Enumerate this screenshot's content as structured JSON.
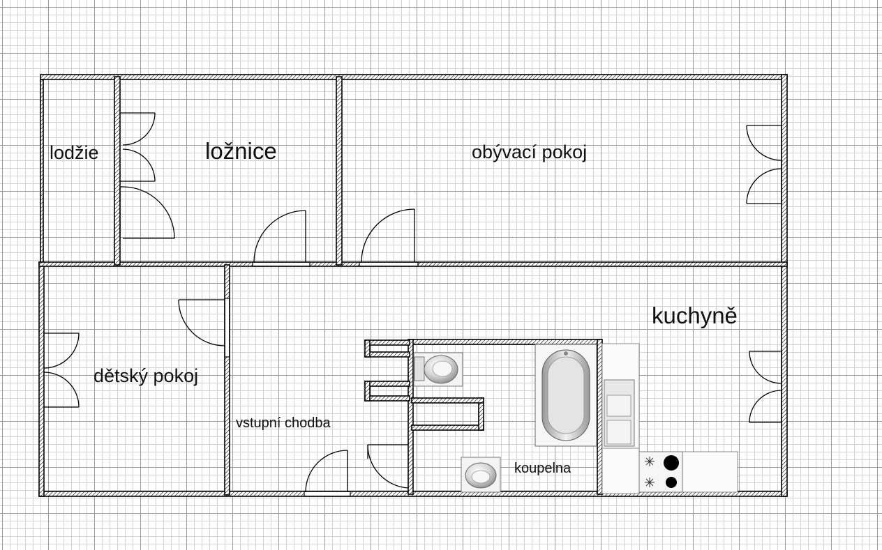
{
  "rooms": {
    "lodzie": "lodžie",
    "loznice": "ložnice",
    "obyvaci_pokoj": "obývací pokoj",
    "kuchyne": "kuchyně",
    "detsky_pokoj": "dětský pokoj",
    "vstupni_chodba": "vstupní chodba",
    "koupelna": "koupelna"
  },
  "icons": {
    "toilet": "toilet-icon",
    "sink": "sink-icon",
    "bathtub": "bathtub-icon",
    "stove": "stove-icon",
    "kitchen_unit": "kitchen-cabinet-icon"
  },
  "colors": {
    "walls": "#000000",
    "grid_major": "#9a9a9a",
    "grid_minor": "#d2d2d2"
  }
}
